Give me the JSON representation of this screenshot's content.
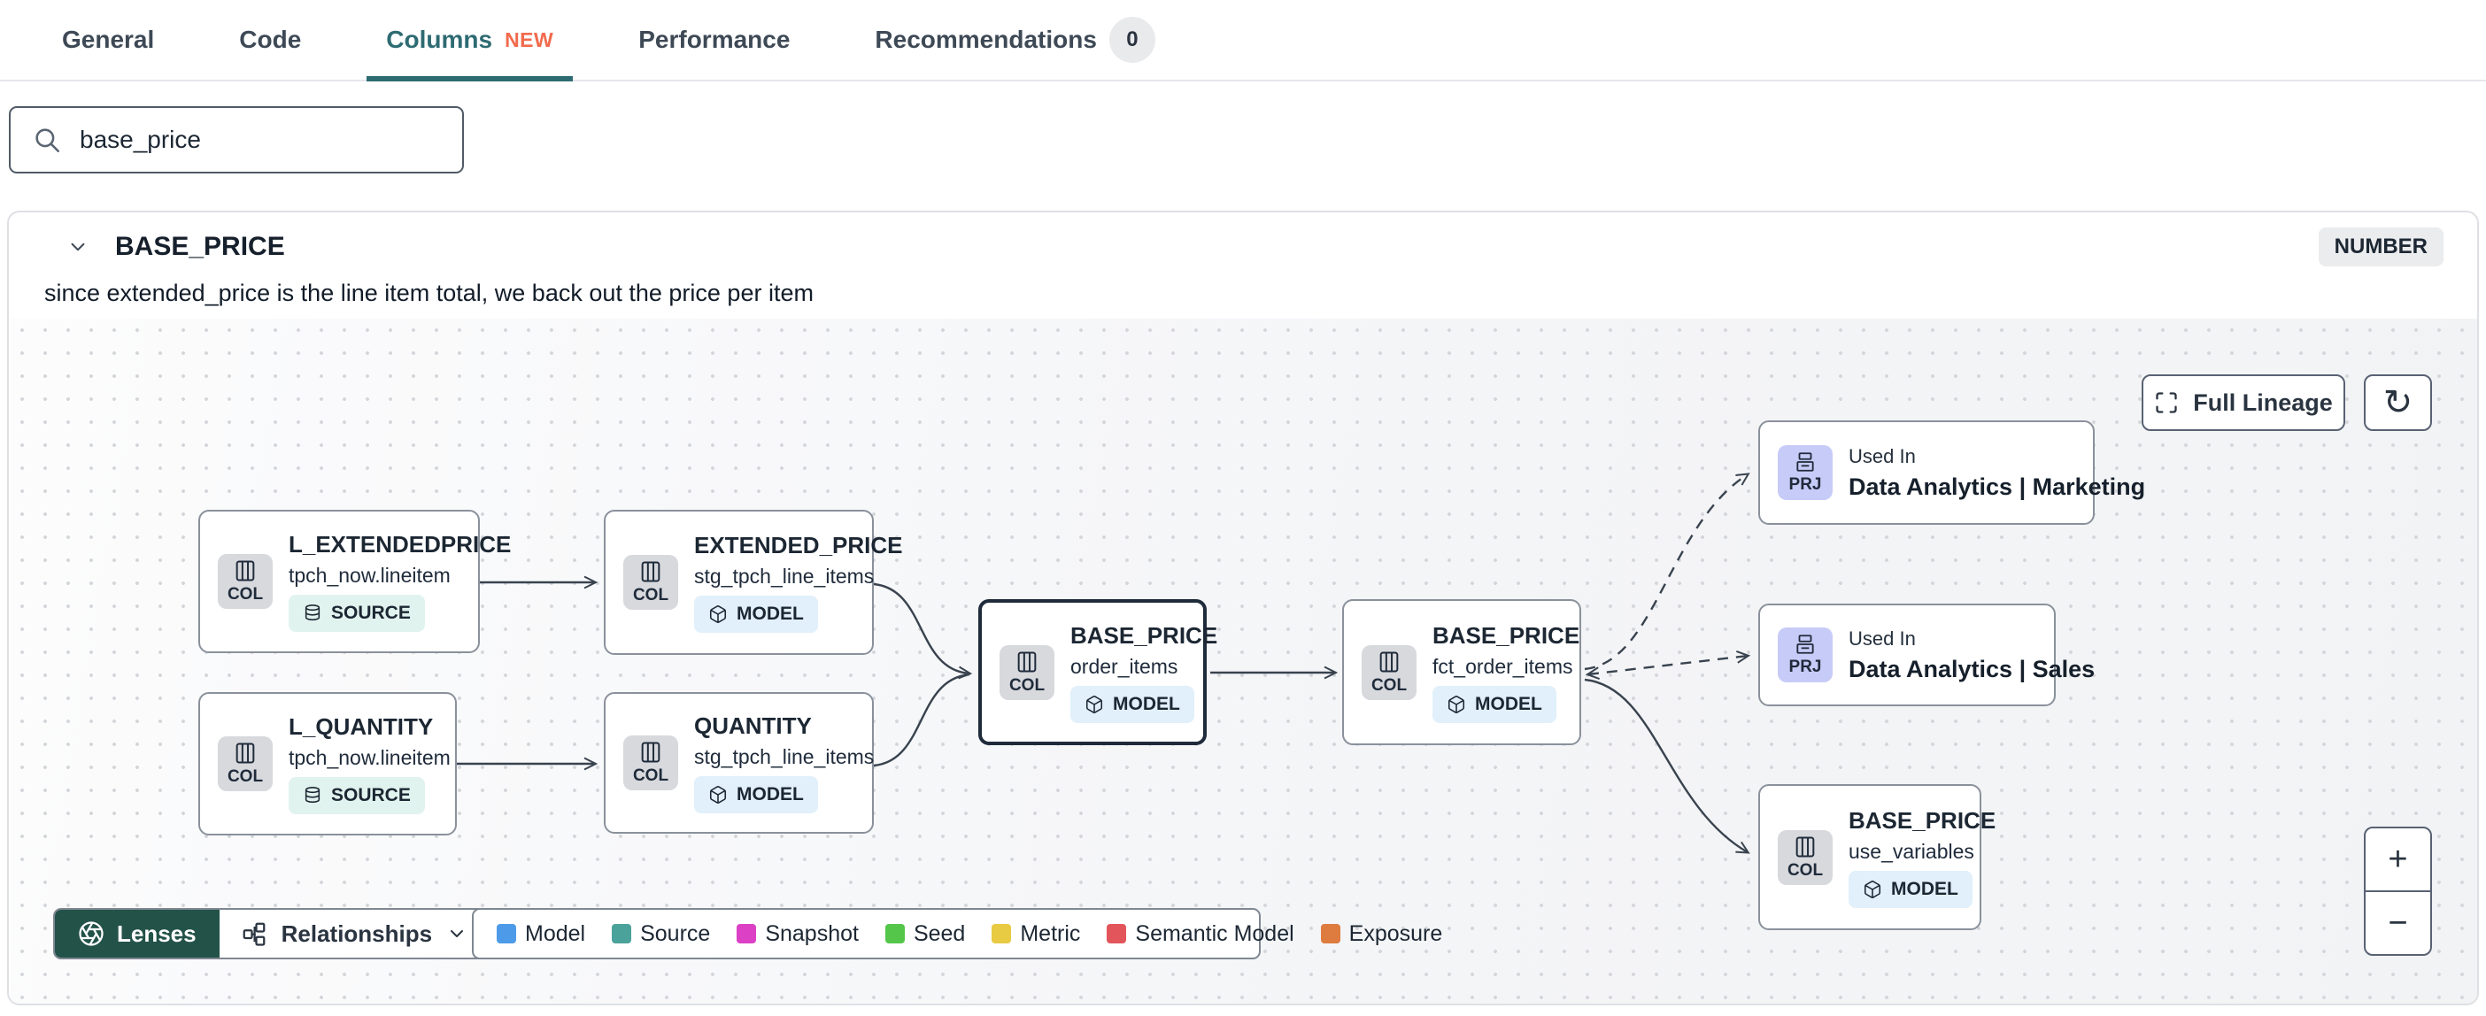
{
  "tabs": [
    {
      "label": "General"
    },
    {
      "label": "Code"
    },
    {
      "label": "Columns",
      "badge": "NEW",
      "active": true
    },
    {
      "label": "Performance"
    },
    {
      "label": "Recommendations",
      "badge": "0"
    }
  ],
  "search": {
    "value": "base_price"
  },
  "column_card": {
    "title": "BASE_PRICE",
    "type_badge": "NUMBER",
    "description": "since extended_price is the line item total, we back out the price per item"
  },
  "lineage": {
    "col_label": "COL",
    "prj_label": "PRJ",
    "controls": {
      "full_lineage": "Full Lineage",
      "refresh_glyph": "↻",
      "zoom_in": "+",
      "zoom_out": "−",
      "lenses": "Lenses",
      "relationships": "Relationships"
    },
    "nodes": [
      {
        "title": "L_EXTENDEDPRICE",
        "subtitle": "tpch_now.lineitem",
        "badge": "SOURCE"
      },
      {
        "title": "EXTENDED_PRICE",
        "subtitle": "stg_tpch_line_items",
        "badge": "MODEL"
      },
      {
        "title": "L_QUANTITY",
        "subtitle": "tpch_now.lineitem",
        "badge": "SOURCE"
      },
      {
        "title": "QUANTITY",
        "subtitle": "stg_tpch_line_items",
        "badge": "MODEL"
      },
      {
        "title": "BASE_PRICE",
        "subtitle": "order_items",
        "badge": "MODEL",
        "selected": true
      },
      {
        "title": "BASE_PRICE",
        "subtitle": "fct_order_items",
        "badge": "MODEL"
      },
      {
        "title": "Used In",
        "subtitle": "Data Analytics | Marketing",
        "badge": "PRJ"
      },
      {
        "title": "Used In",
        "subtitle": "Data Analytics | Sales",
        "badge": "PRJ"
      },
      {
        "title": "BASE_PRICE",
        "subtitle": "use_variables",
        "badge": "MODEL"
      }
    ],
    "legend": [
      {
        "label": "Model",
        "color": "#4D9BE8"
      },
      {
        "label": "Source",
        "color": "#4BA29A"
      },
      {
        "label": "Snapshot",
        "color": "#DC40C4"
      },
      {
        "label": "Seed",
        "color": "#54C64A"
      },
      {
        "label": "Metric",
        "color": "#E8CA43"
      },
      {
        "label": "Semantic Model",
        "color": "#E2555A"
      },
      {
        "label": "Exposure",
        "color": "#DE7B3F"
      }
    ],
    "colors": {
      "accent_teal": "#2E6B72",
      "new_badge": "#F26B4D",
      "lenses_bg": "#235249",
      "col_chip_bg": "#D7D9DD",
      "prj_chip_bg": "#C7CBF7",
      "source_badge_bg": "#E1F3EE",
      "model_badge_bg": "#E1F0FA",
      "edge": "#39434F"
    }
  }
}
